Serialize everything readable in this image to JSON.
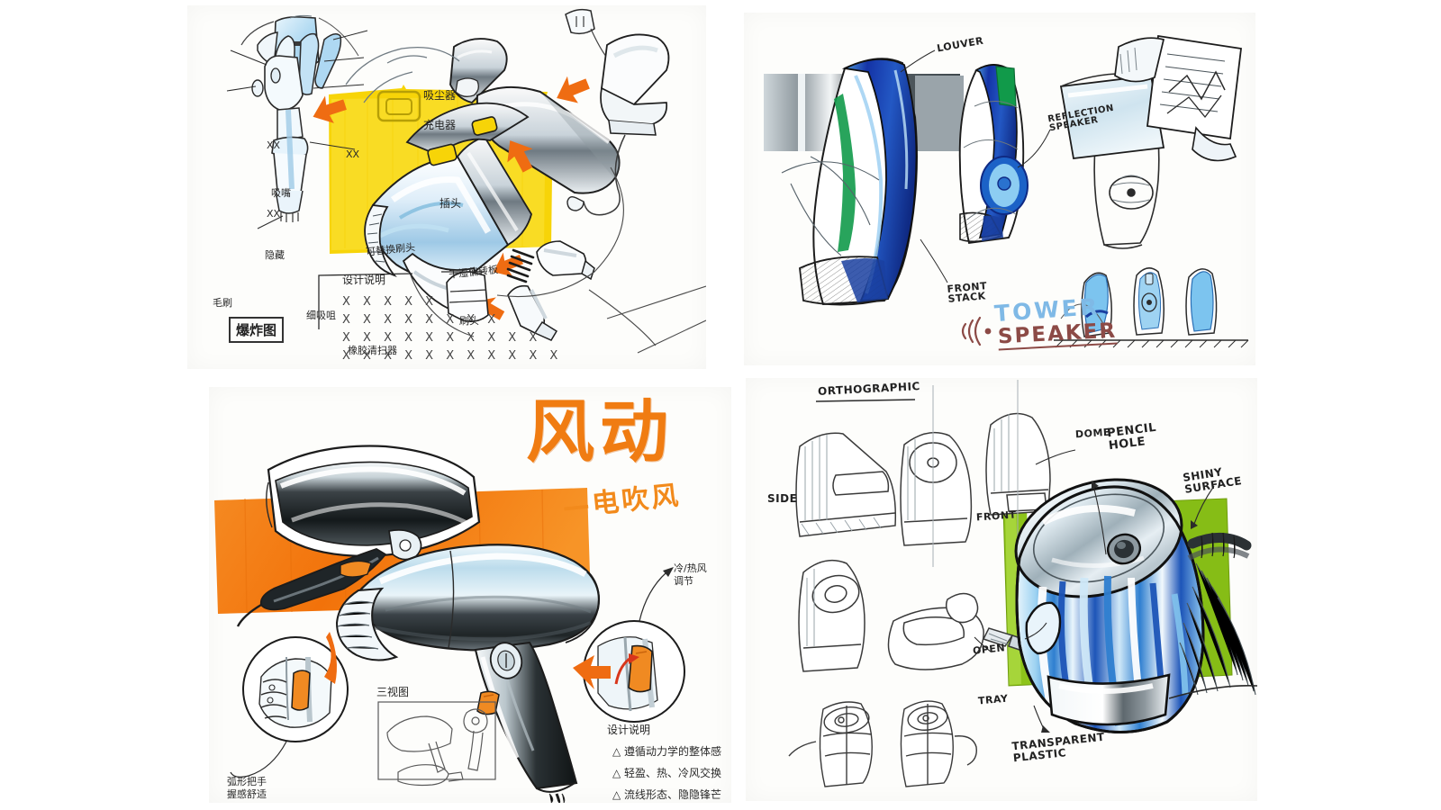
{
  "document": {
    "kind": "design-sketch-portfolio",
    "background_color": "#ffffff",
    "sheet_color": "#fdfdfb",
    "layout": "2x2-grid-of-scanned-marker-sketch-sheets"
  },
  "palette": {
    "marker_yellow": "#f7d408",
    "marker_orange": "#f47b16",
    "marker_green": "#8dc41a",
    "marker_blue_dark": "#1a3fa0",
    "marker_blue_mid": "#2f6fd0",
    "marker_blue_light": "#a8d4f0",
    "accent_title_orange": "#f07c12",
    "tower_blue": "#7fb9e6",
    "speaker_maroon": "#8c4a46",
    "graphite": "#3a3a3a"
  },
  "sheets": [
    {
      "id": "sheet-vacuum-exploded",
      "subject": "handheld-vacuum-cleaner",
      "position": "top-left",
      "callouts": [
        {
          "text": "吸尘器",
          "meaning": "vacuum cleaner"
        },
        {
          "text": "充电器",
          "meaning": "charger"
        },
        {
          "text": "插头",
          "meaning": "plug"
        },
        {
          "text": "可替换刷头",
          "meaning": "replaceable brush head"
        },
        {
          "text": "干湿偏转板",
          "meaning": "wet/dry deflector plate"
        },
        {
          "text": "刷头",
          "meaning": "brush head"
        },
        {
          "text": "橡胶清扫器",
          "meaning": "rubber squeegee"
        },
        {
          "text": "细吸咀",
          "meaning": "narrow nozzle"
        },
        {
          "text": "吸嘴",
          "meaning": "suction nozzle"
        },
        {
          "text": "隐藏",
          "meaning": "hidden"
        },
        {
          "text": "毛刷",
          "meaning": "bristle brush"
        },
        {
          "text": "XX"
        },
        {
          "text": "XX"
        },
        {
          "text": "XX"
        }
      ],
      "stamp": "爆炸图",
      "notes_heading": "设计说明",
      "notes_rows": [
        "X X X X X",
        "X X X X X X X X",
        "X X X X X X X X X X",
        "X X X X X X X X X X X"
      ]
    },
    {
      "id": "sheet-tower-speaker",
      "subject": "tower-speaker",
      "position": "top-right",
      "logo_line1": "TOWER",
      "logo_line2": "SPEAKER",
      "callouts": [
        {
          "text": "LOUVER"
        },
        {
          "text": "REFLECTION\nSPEAKER"
        },
        {
          "text": "FRONT\nSTACK"
        }
      ]
    },
    {
      "id": "sheet-hair-dryer",
      "subject": "hair-dryer",
      "position": "bottom-left",
      "title_main": "风动",
      "title_sub": "—电吹风",
      "title_meaning": "Wind Motion — electric hair dryer",
      "callouts": [
        {
          "text": "冷/热风\n调节",
          "meaning": "cold/hot air adjustment"
        },
        {
          "text": "弧形把手\n握感舒适",
          "meaning": "curved handle, comfortable grip"
        },
        {
          "text": "三视图",
          "meaning": "three-view drawing"
        }
      ],
      "notes_heading": "设计说明",
      "notes_items": [
        "△ 遵循动力学的整体感",
        "△ 轻盈、热、冷风交换",
        "△ 流线形态、隐隐锋芒"
      ]
    },
    {
      "id": "sheet-pencil-sharpener",
      "subject": "electric-pencil-sharpener",
      "position": "bottom-right",
      "heading": "ORTHOGRAPHIC",
      "callouts": [
        {
          "text": "SIDE"
        },
        {
          "text": "FRONT"
        },
        {
          "text": "DOME"
        },
        {
          "text": "OPEN"
        },
        {
          "text": "TRAY"
        },
        {
          "text": "PENCIL\nHOLE"
        },
        {
          "text": "SHINY\nSURFACE"
        },
        {
          "text": "TRANSPARENT\nPLASTIC"
        }
      ]
    }
  ]
}
